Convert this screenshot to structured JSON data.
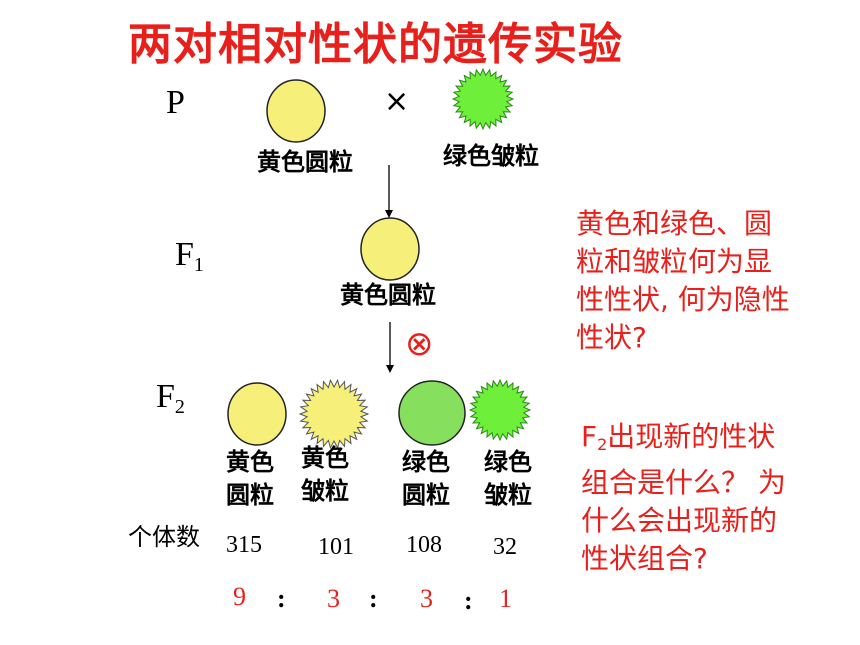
{
  "title": "两对相对性状的遗传实验",
  "generations": {
    "p": "P",
    "f1": {
      "base": "F",
      "sub": "1"
    },
    "f2": {
      "base": "F",
      "sub": "2"
    }
  },
  "symbols": {
    "cross": "×",
    "selfing": "⊗"
  },
  "parents": {
    "left_label": "黄色圆粒",
    "right_label": "绿色皱粒"
  },
  "f1_label": "黄色圆粒",
  "f2_phenotypes": [
    {
      "line1": "黄色",
      "line2": "圆粒",
      "count": "315",
      "ratio": "9"
    },
    {
      "line1": "黄色",
      "line2": "皱粒",
      "count": "101",
      "ratio": "3"
    },
    {
      "line1": "绿色",
      "line2": "圆粒",
      "count": "108",
      "ratio": "3"
    },
    {
      "line1": "绿色",
      "line2": "皱粒",
      "count": "32",
      "ratio": "1"
    }
  ],
  "count_label": "个体数",
  "ratio_sep": ":",
  "question1": [
    "黄色和绿色、圆",
    "粒和皱粒何为显",
    "性性状, 何为隐性",
    "性状?"
  ],
  "question2": {
    "line1_prefix": "F",
    "line1_sub": "2",
    "line1_rest": "出现新的性状",
    "lines": [
      "组合是什么？ 为",
      "什么会出现新的",
      "性状组合?"
    ]
  },
  "colors": {
    "title": "#e8201c",
    "yellow": "#f6f07a",
    "green": "#86e05e",
    "green_bright": "#6ef03a",
    "red": "#e8201c"
  }
}
